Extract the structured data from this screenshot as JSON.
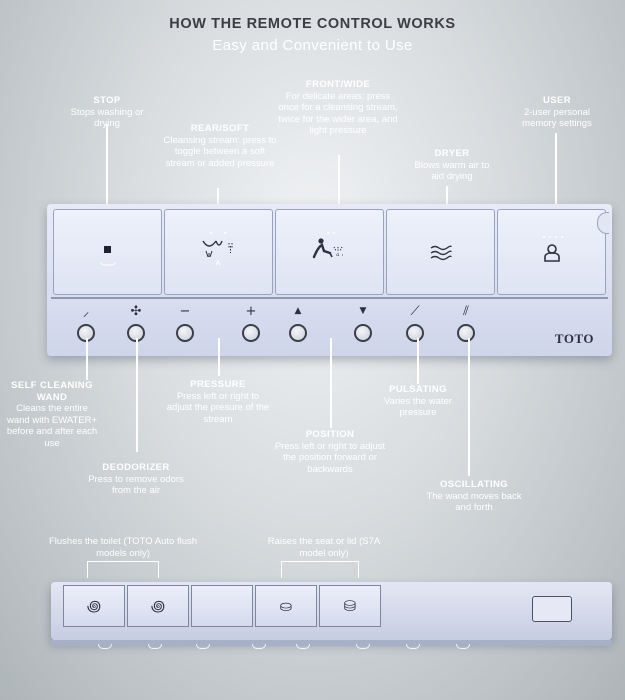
{
  "header": {
    "title": "HOW THE REMOTE CONTROL WORKS",
    "subtitle": "Easy and Convenient to Use"
  },
  "top_callouts": {
    "stop": {
      "title": "STOP",
      "text": "Stops washing or drying"
    },
    "rear_soft": {
      "title": "REAR/SOFT",
      "text": "Cleansing stream: press to toggle between a soft stream or added pressure"
    },
    "front_wide": {
      "title": "FRONT/WIDE",
      "text": "For delicate areas: press once for a cleansing stream,  twice for the wider area, and light pressure"
    },
    "dryer": {
      "title": "DRYER",
      "text": "Blows warm air to aid drying"
    },
    "user": {
      "title": "USER",
      "text": "2-user personal memory settings"
    }
  },
  "bottom_callouts": {
    "self_cleaning": {
      "title": "SELF CLEANING WAND",
      "text": "Cleans the entire wand with EWATER+ before and after each use"
    },
    "deodorizer": {
      "title": "DEODORIZER",
      "text": "Press to remove odors from the air"
    },
    "pressure": {
      "title": "PRESSURE",
      "text": "Press left or right to adjust the presure of the stream"
    },
    "position": {
      "title": "POSITION",
      "text": "Press left or right to adjust the position forward or backwards"
    },
    "pulsating": {
      "title": "PULSATING",
      "text": "Varies the water pressure"
    },
    "oscillating": {
      "title": "OSCILLATING",
      "text": "The wand moves back and forth"
    }
  },
  "remote": {
    "brand": "TOTO",
    "pads": [
      "stop-icon",
      "rear-soft-icon",
      "front-wide-icon",
      "dryer-icon",
      "user-icon"
    ],
    "buttons": [
      {
        "name": "self-cleaning-wand-button",
        "icon": "wand-sparkle-icon",
        "glyph": "⸝"
      },
      {
        "name": "deodorizer-button",
        "icon": "fan-icon",
        "glyph": "✣"
      },
      {
        "name": "pressure-decrease-button",
        "icon": "minus-icon",
        "glyph": "−"
      },
      {
        "name": "pressure-increase-button",
        "icon": "plus-icon",
        "glyph": "+"
      },
      {
        "name": "position-forward-button",
        "icon": "triangle-up-icon",
        "glyph": "▲"
      },
      {
        "name": "position-backward-button",
        "icon": "triangle-down-icon",
        "glyph": "▼"
      },
      {
        "name": "pulsating-button",
        "icon": "pulsating-wand-icon",
        "glyph": "⟋"
      },
      {
        "name": "oscillating-button",
        "icon": "oscillating-wand-icon",
        "glyph": "⫽"
      }
    ]
  },
  "panel": {
    "flush_label": "Flushes the toilet (TOTO Auto flush models only)",
    "seat_label": "Raises the seat or lid (S7A model only)",
    "buttons": [
      {
        "name": "flush-small-button",
        "icon": "swirl-icon",
        "glyph": "꩜"
      },
      {
        "name": "flush-large-button",
        "icon": "swirl-icon",
        "glyph": "꩜"
      },
      {
        "name": "blank-button",
        "icon": "",
        "glyph": ""
      },
      {
        "name": "seat-button",
        "icon": "seat-icon",
        "glyph": "⛀"
      },
      {
        "name": "lid-button",
        "icon": "lid-icon",
        "glyph": "⛁"
      }
    ]
  },
  "colors": {
    "text_dark": "#3b3f44",
    "text_light": "#ffffff",
    "remote_body": "#d9deef",
    "button_ring": "#3b3f4a"
  }
}
